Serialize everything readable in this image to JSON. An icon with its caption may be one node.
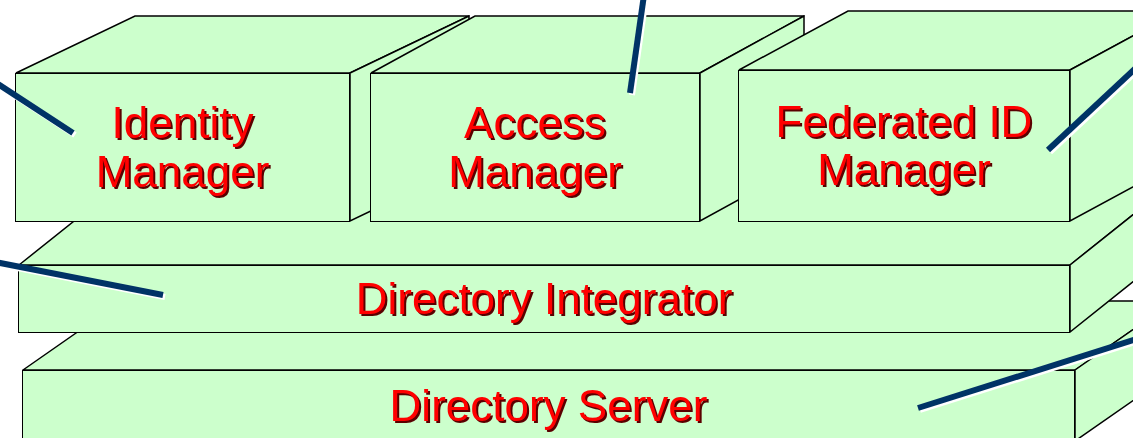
{
  "diagram": {
    "nodes": [
      {
        "text": [
          "Identity Manager"
        ]
      },
      {
        "text": [
          "Access Manager"
        ]
      },
      {
        "text": [
          "Federated ID Manager"
        ]
      },
      {
        "text": [
          "Directory Integrator"
        ]
      },
      {
        "text": [
          "Directory Server"
        ]
      }
    ],
    "edges": [
      {
        "from": null,
        "to": 0,
        "arrow": "none"
      },
      {
        "from": null,
        "to": 1,
        "arrow": "none"
      },
      {
        "from": null,
        "to": 2,
        "arrow": "none"
      },
      {
        "from": null,
        "to": 3,
        "arrow": "none"
      },
      {
        "from": null,
        "to": 4,
        "arrow": "none"
      }
    ]
  }
}
